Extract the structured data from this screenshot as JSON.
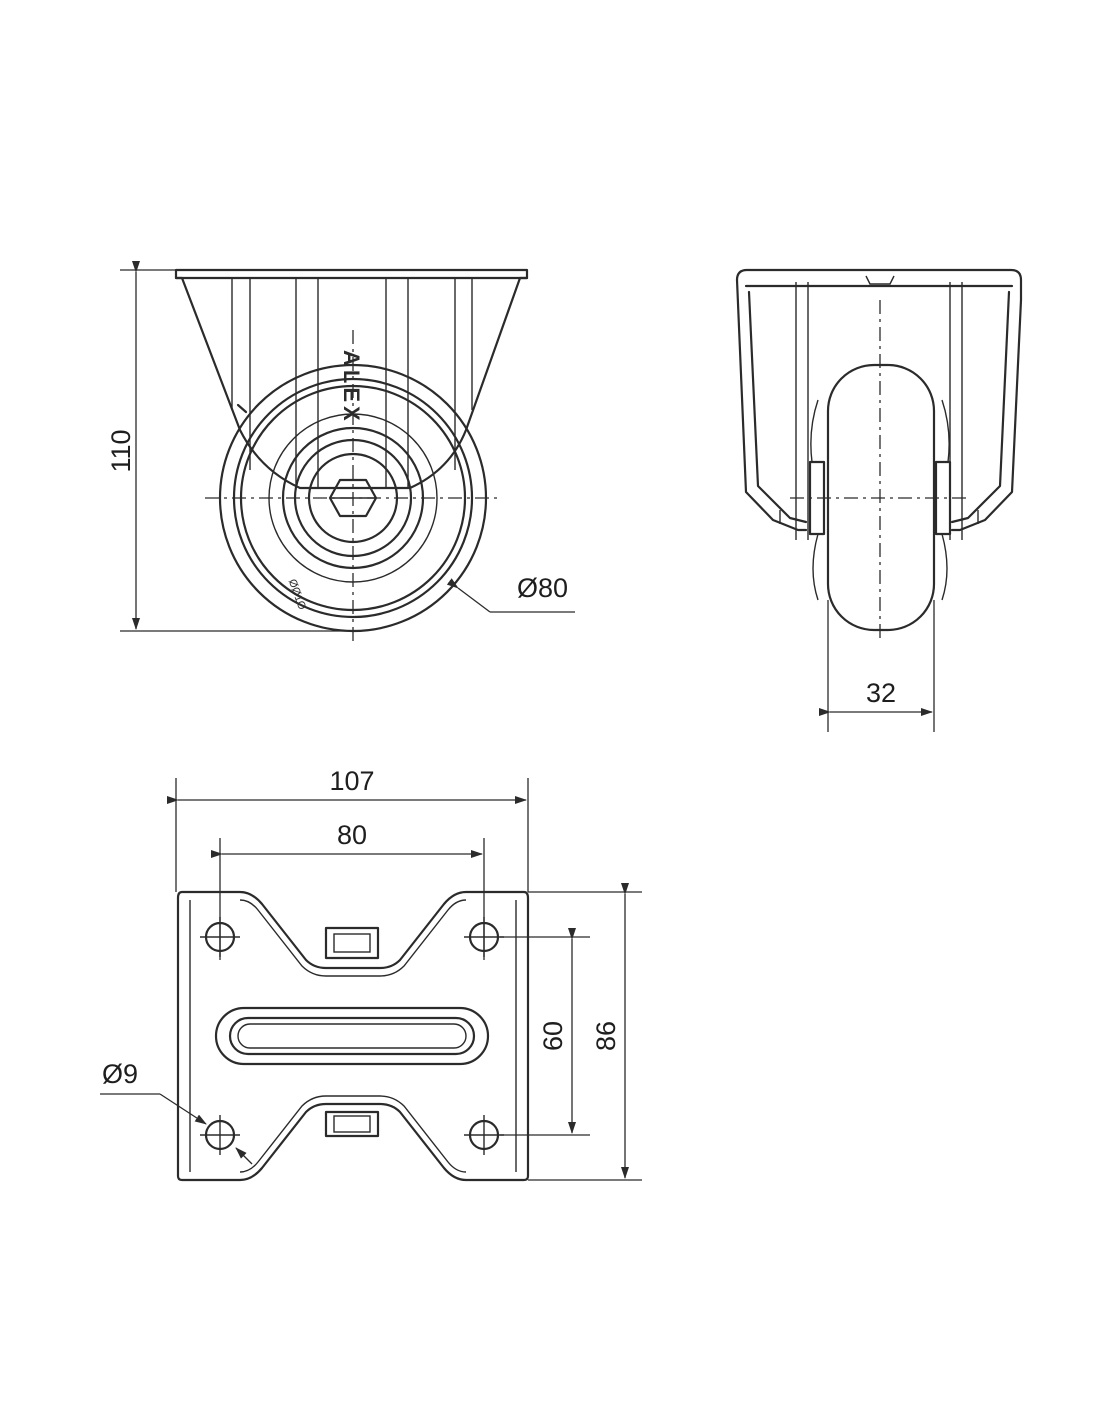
{
  "drawing": {
    "front_view": {
      "height_label": "110",
      "wheel_diameter_label": "Ø80",
      "brand_text": "ALEX",
      "wheel_marking": "ØØ1Ø"
    },
    "side_view": {
      "wheel_width_label": "32"
    },
    "top_view": {
      "plate_length_label": "107",
      "hole_spacing_x_label": "80",
      "hole_spacing_y_label": "60",
      "plate_width_label": "86",
      "hole_diameter_label": "Ø9"
    },
    "line_color": "#2b2b2b",
    "background": "#ffffff"
  }
}
